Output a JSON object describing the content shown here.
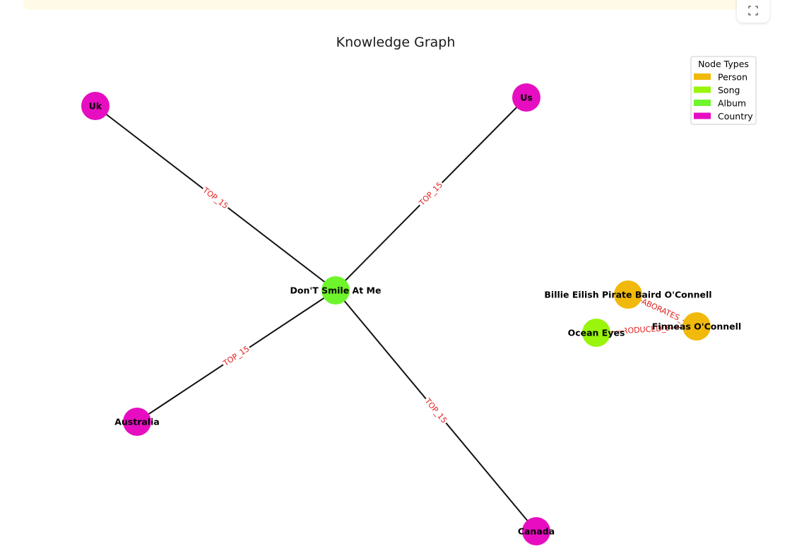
{
  "title": "Knowledge Graph",
  "legend": {
    "title": "Node Types",
    "items": [
      {
        "label": "Person",
        "color": "#f0b90b"
      },
      {
        "label": "Song",
        "color": "#98f50b"
      },
      {
        "label": "Album",
        "color": "#6ef52c"
      },
      {
        "label": "Country",
        "color": "#e60ec0"
      }
    ]
  },
  "nodes": [
    {
      "id": "uk",
      "label": "Uk",
      "type": "Country"
    },
    {
      "id": "us",
      "label": "Us",
      "type": "Country"
    },
    {
      "id": "dont",
      "label": "Don'T Smile At Me",
      "type": "Album"
    },
    {
      "id": "australia",
      "label": "Australia",
      "type": "Country"
    },
    {
      "id": "canada",
      "label": "Canada",
      "type": "Country"
    },
    {
      "id": "billie",
      "label": "Billie Eilish Pirate Baird O'Connell",
      "type": "Person"
    },
    {
      "id": "finneas",
      "label": "Finneas O'Connell",
      "type": "Person"
    },
    {
      "id": "ocean",
      "label": "Ocean Eyes",
      "type": "Song"
    }
  ],
  "edges": [
    {
      "source": "dont",
      "target": "uk",
      "label": "TOP_15"
    },
    {
      "source": "dont",
      "target": "us",
      "label": "TOP_15"
    },
    {
      "source": "dont",
      "target": "australia",
      "label": "TOP_15"
    },
    {
      "source": "dont",
      "target": "canada",
      "label": "TOP_15"
    },
    {
      "source": "billie",
      "target": "finneas",
      "label": "COLLABORATES_WITH"
    },
    {
      "source": "ocean",
      "target": "finneas",
      "label": "PRODUCED_BY"
    }
  ],
  "controls": {
    "fullscreen_icon": "fullscreen-icon"
  }
}
